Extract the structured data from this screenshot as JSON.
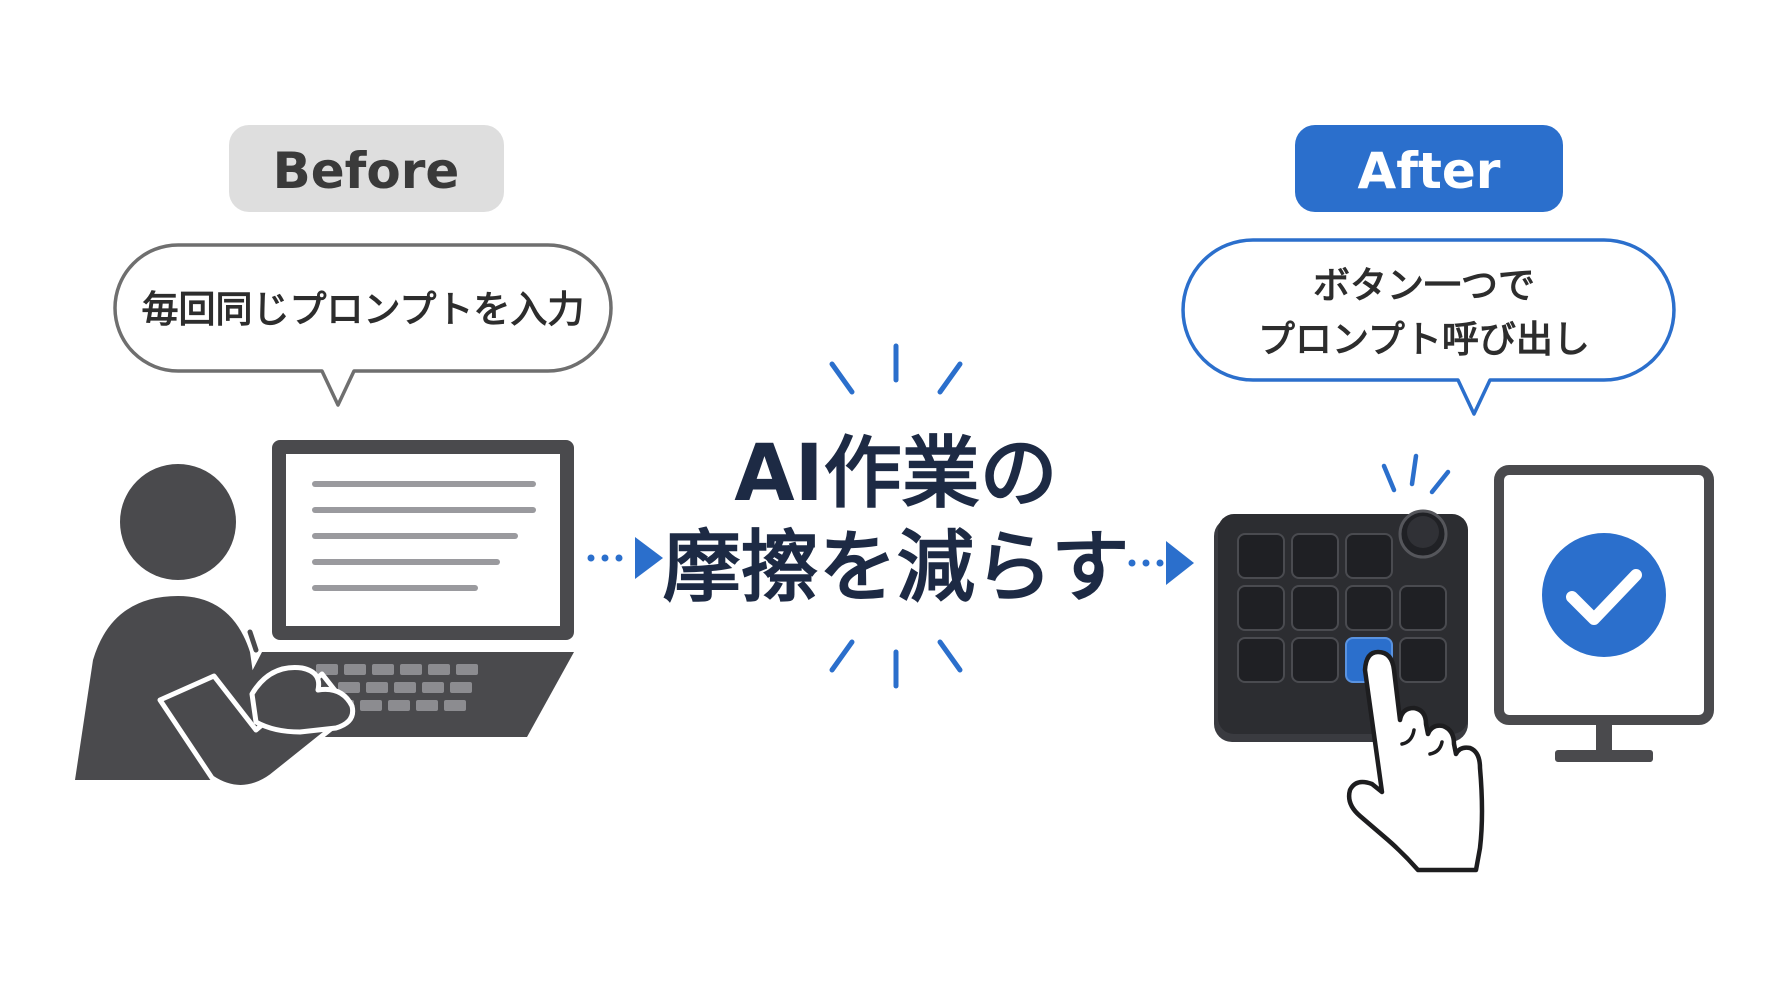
{
  "colors": {
    "blue": "#2b6fcc",
    "dark_text": "#1d2a44",
    "gray_figure": "#4a4a4d",
    "gray_badge": "#dedede",
    "gray_outline": "#6f6f6f"
  },
  "before": {
    "badge_label": "Before",
    "bubble_text": "毎回同じプロンプトを入力",
    "icons": [
      "person-icon",
      "laptop-icon"
    ]
  },
  "center": {
    "line1": "AI作業の",
    "line2": "摩擦を減らす"
  },
  "after": {
    "badge_label": "After",
    "bubble_line1": "ボタン一つで",
    "bubble_line2": "プロンプト呼び出し",
    "icons": [
      "macro-keypad-icon",
      "pointing-hand-icon",
      "monitor-icon",
      "checkmark-icon"
    ]
  }
}
